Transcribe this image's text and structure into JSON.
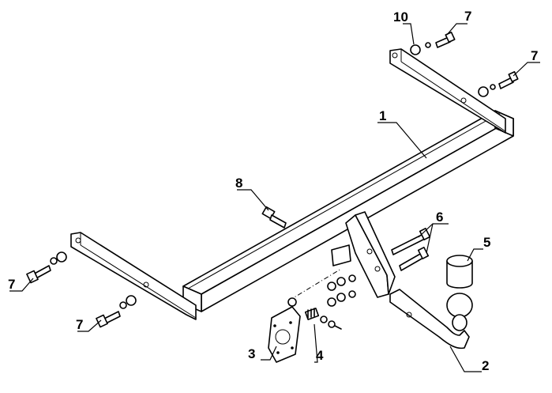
{
  "callouts": {
    "c1": "1",
    "c2": "2",
    "c3": "3",
    "c4": "4",
    "c5": "5",
    "c6": "6",
    "c7a": "7",
    "c7b": "7",
    "c7c": "7",
    "c7d": "7",
    "c8": "8",
    "c10": "10"
  },
  "colors": {
    "line": "#000000",
    "background": "#ffffff"
  }
}
